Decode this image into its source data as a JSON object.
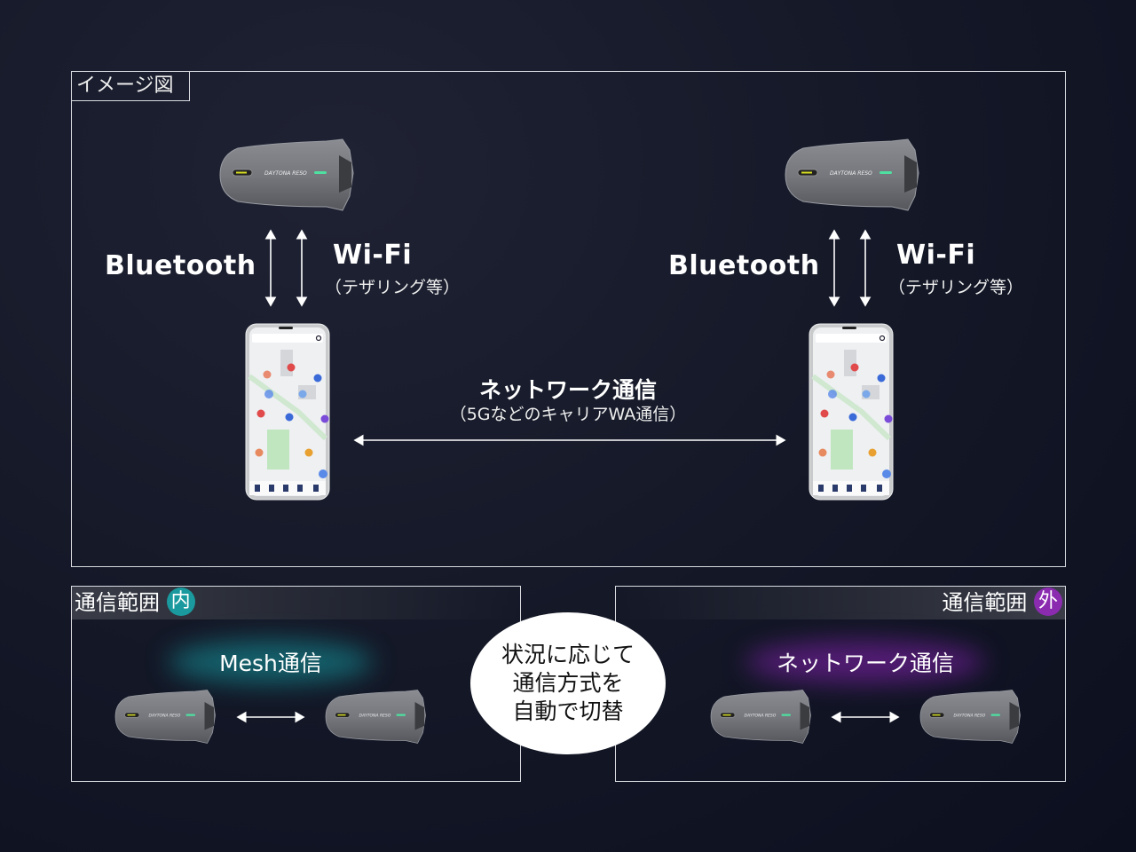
{
  "overview": {
    "label": "イメージ図",
    "left": {
      "bluetooth": "Bluetooth",
      "wifi": "Wi-Fi",
      "wifi_note": "（テザリング等）"
    },
    "right": {
      "bluetooth": "Bluetooth",
      "wifi": "Wi-Fi",
      "wifi_note": "（テザリング等）"
    },
    "network": {
      "label": "ネットワーク通信",
      "note": "（5GなどのキャリアWA通信）"
    }
  },
  "in_range": {
    "label": "通信範囲",
    "badge": "内",
    "badge_color": "#1a9a9e",
    "mode": "Mesh通信",
    "glow_color": "#14a0a8"
  },
  "out_range": {
    "label": "通信範囲",
    "badge": "外",
    "badge_color": "#8b2bb0",
    "mode": "ネットワーク通信",
    "glow_color": "#8a22b8"
  },
  "center_note": [
    "状況に応じて",
    "通信方式を",
    "自動で切替"
  ],
  "device_logo": "DAYTONA RESO"
}
